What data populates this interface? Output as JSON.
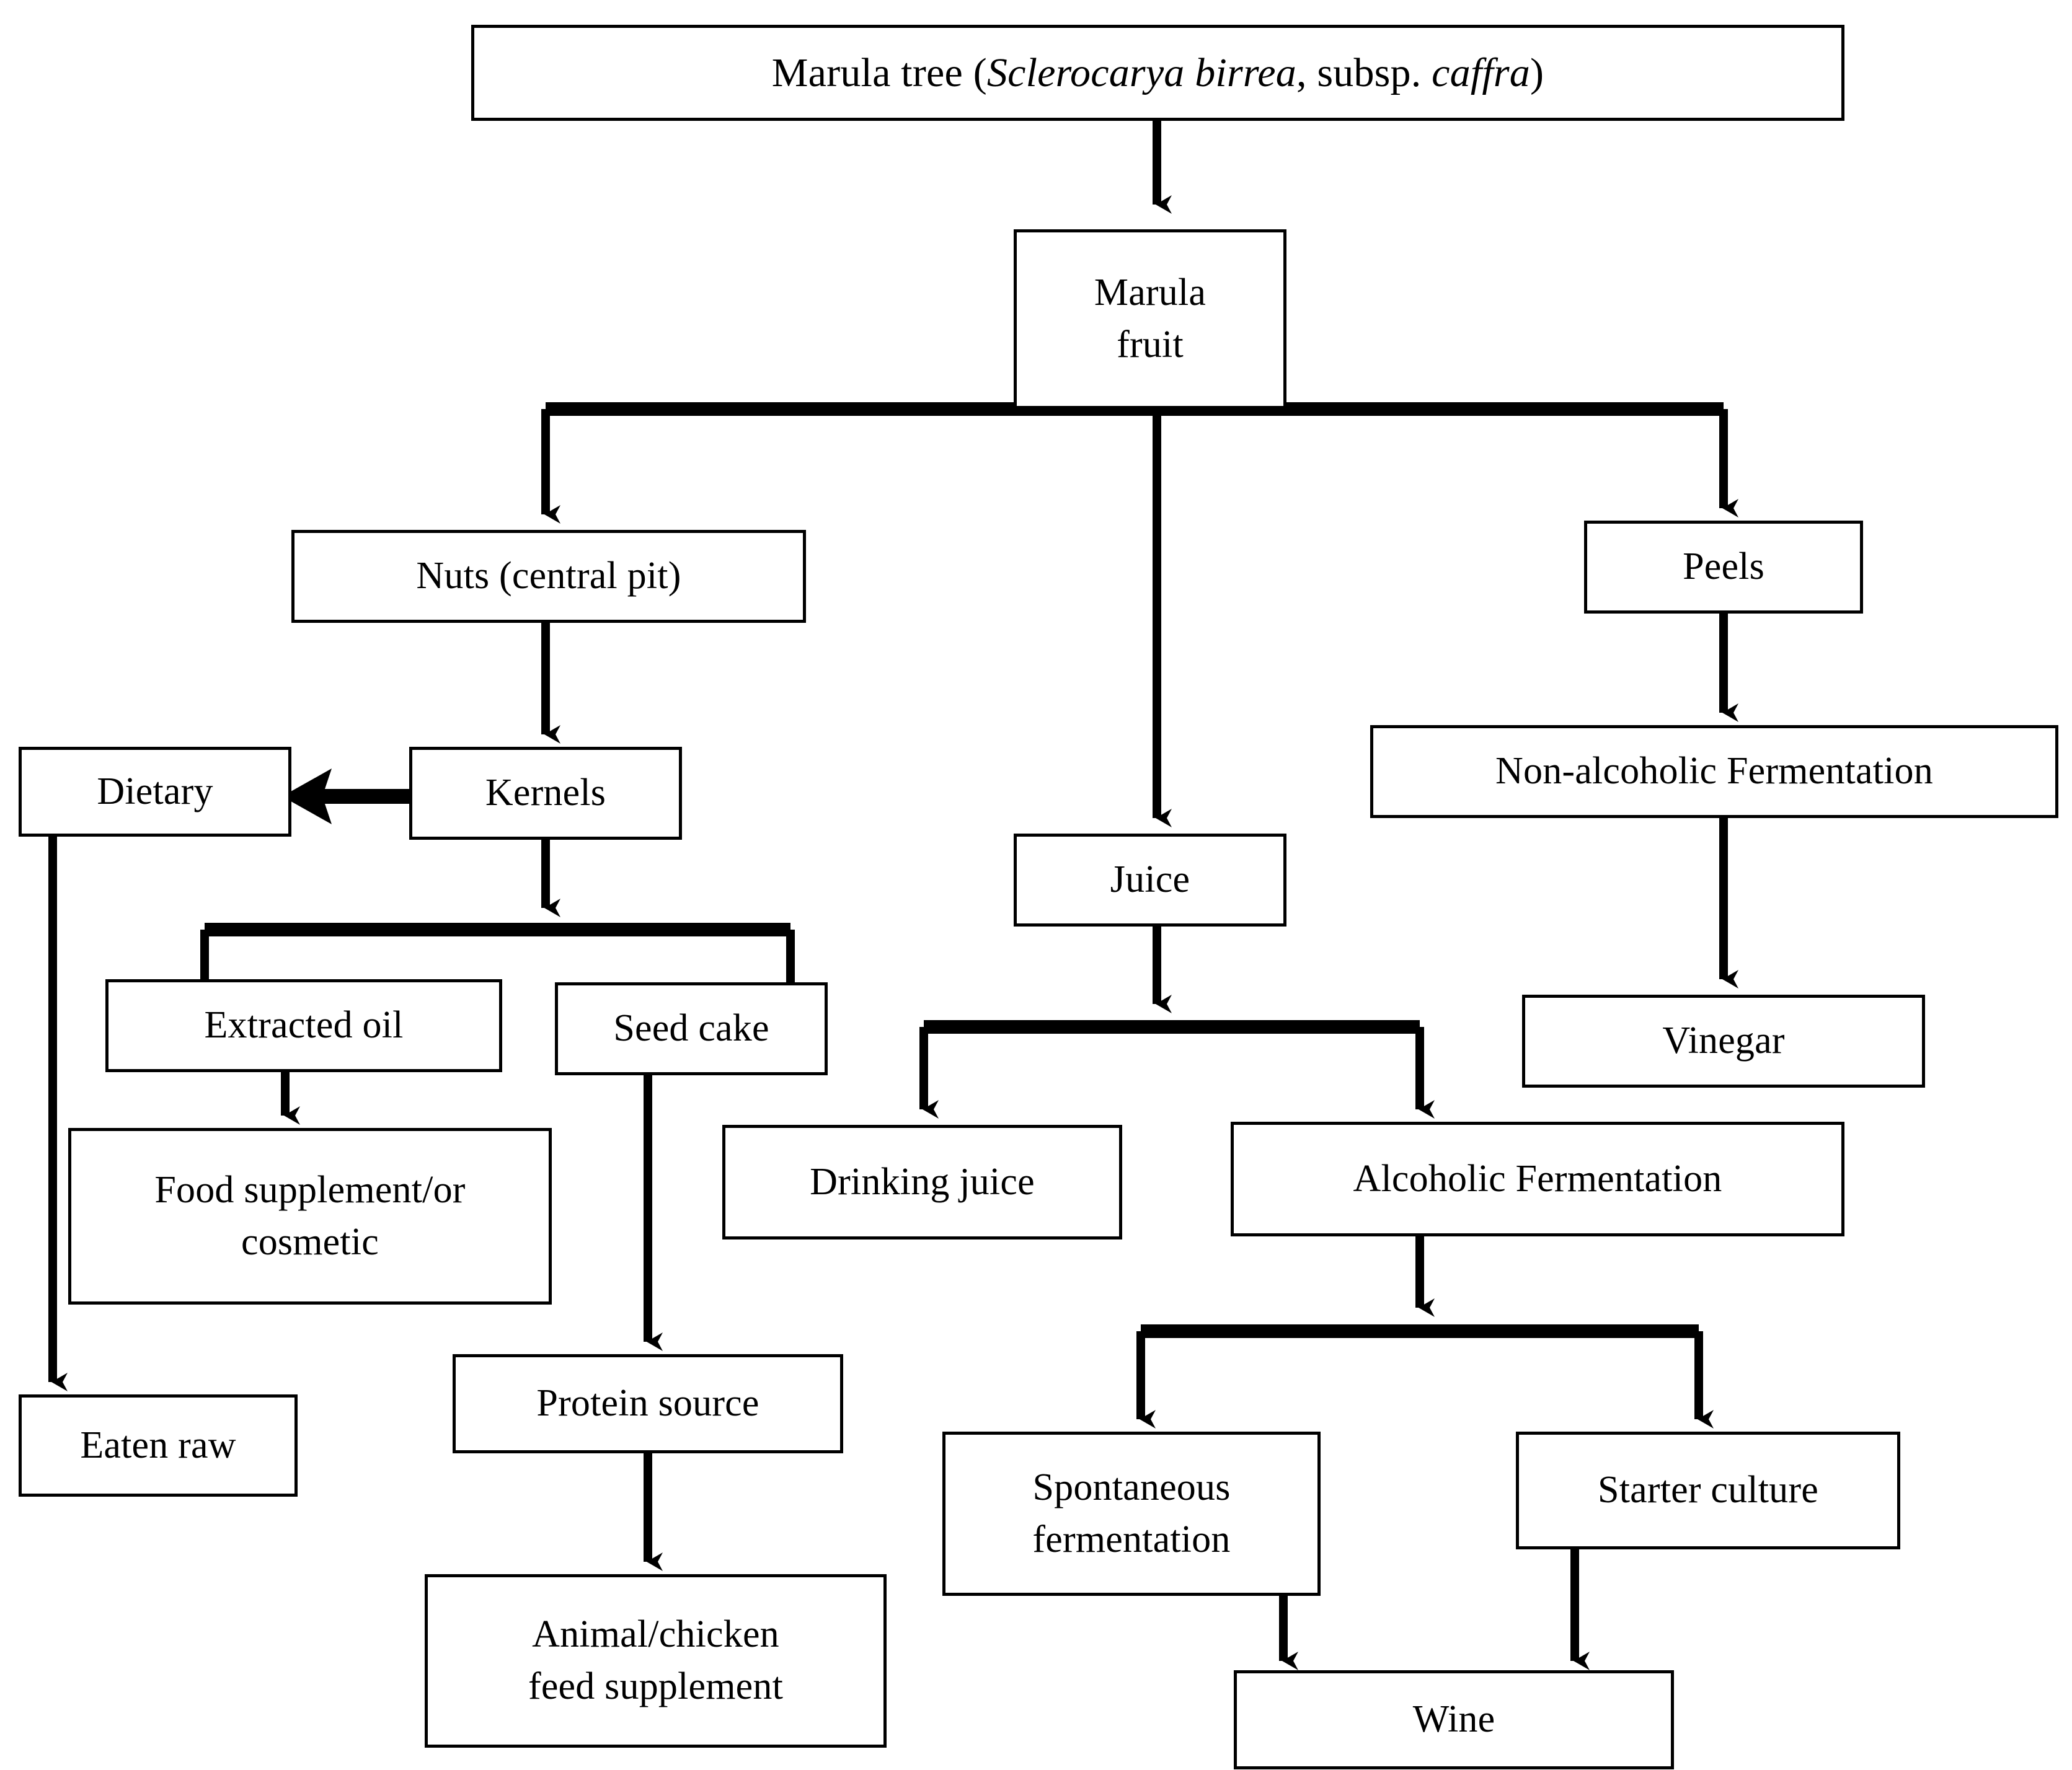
{
  "diagram": {
    "type": "flowchart",
    "title": "Marula tree product utilization flowchart",
    "orientation": "top-down",
    "line_color": "#000000",
    "box_border_color": "#000000",
    "box_fill_color": "#ffffff",
    "background_color": "#ffffff"
  },
  "nodes": {
    "marula_tree": {
      "label": "Marula tree (Sclerocarya birrea, subsp. caffra)",
      "prefix": "Marula tree (",
      "italic1": "Sclerocarya birrea",
      "middle": ", subsp. ",
      "italic2": "caffra",
      "suffix": ")"
    },
    "marula_fruit": {
      "label": "Marula\nfruit"
    },
    "nuts": {
      "label": "Nuts (central pit)"
    },
    "peels": {
      "label": "Peels"
    },
    "dietary": {
      "label": "Dietary"
    },
    "kernels": {
      "label": "Kernels"
    },
    "non_alcoholic_fermentation": {
      "label": "Non-alcoholic Fermentation"
    },
    "juice": {
      "label": "Juice"
    },
    "extracted_oil": {
      "label": "Extracted oil"
    },
    "seed_cake": {
      "label": "Seed cake"
    },
    "vinegar": {
      "label": "Vinegar"
    },
    "food_supplement": {
      "label": "Food supplement/or\ncosmetic"
    },
    "drinking_juice": {
      "label": "Drinking juice"
    },
    "alcoholic_fermentation": {
      "label": "Alcoholic Fermentation"
    },
    "eaten_raw": {
      "label": "Eaten raw"
    },
    "protein_source": {
      "label": "Protein source"
    },
    "spontaneous_fermentation": {
      "label": "Spontaneous\nfermentation"
    },
    "starter_culture": {
      "label": "Starter culture"
    },
    "animal_feed": {
      "label": "Animal/chicken\nfeed supplement"
    },
    "wine": {
      "label": "Wine"
    }
  },
  "edges": [
    {
      "from": "marula_tree",
      "to": "marula_fruit"
    },
    {
      "from": "marula_fruit",
      "to": "nuts"
    },
    {
      "from": "marula_fruit",
      "to": "juice"
    },
    {
      "from": "marula_fruit",
      "to": "peels"
    },
    {
      "from": "nuts",
      "to": "kernels"
    },
    {
      "from": "kernels",
      "to": "dietary"
    },
    {
      "from": "kernels",
      "to": "extracted_oil"
    },
    {
      "from": "kernels",
      "to": "seed_cake"
    },
    {
      "from": "dietary",
      "to": "eaten_raw"
    },
    {
      "from": "extracted_oil",
      "to": "food_supplement"
    },
    {
      "from": "seed_cake",
      "to": "protein_source"
    },
    {
      "from": "protein_source",
      "to": "animal_feed"
    },
    {
      "from": "juice",
      "to": "drinking_juice"
    },
    {
      "from": "juice",
      "to": "alcoholic_fermentation"
    },
    {
      "from": "alcoholic_fermentation",
      "to": "spontaneous_fermentation"
    },
    {
      "from": "alcoholic_fermentation",
      "to": "starter_culture"
    },
    {
      "from": "spontaneous_fermentation",
      "to": "wine"
    },
    {
      "from": "starter_culture",
      "to": "wine"
    },
    {
      "from": "peels",
      "to": "non_alcoholic_fermentation"
    },
    {
      "from": "non_alcoholic_fermentation",
      "to": "vinegar"
    }
  ]
}
